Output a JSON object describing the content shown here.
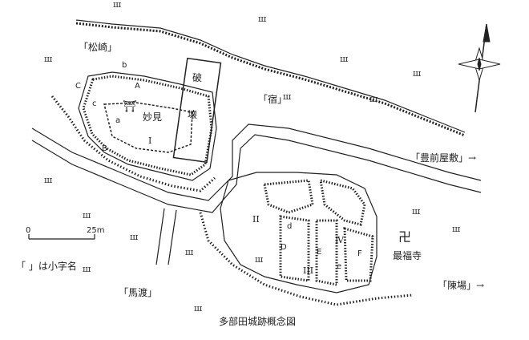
{
  "caption": "多部田城跡概念図",
  "legend_note": "「 」は小字名",
  "scale": {
    "zero": "0",
    "max": "25m"
  },
  "place_names": {
    "matsuzaki": "「松崎」",
    "shuku": "「宿」",
    "buzen": "「豊前屋敷」→",
    "jinba": "「陳場」→",
    "mawatari": "「馬渡」"
  },
  "sites": {
    "myoken": "妙見",
    "saifukuji": "最福寺",
    "destroyed": [
      "破",
      "壊"
    ],
    "shrine_symbol": "⛩",
    "temple_symbol": "卍"
  },
  "enclosures": [
    "I",
    "II",
    "III",
    "Ⅳ"
  ],
  "features": [
    "A",
    "B",
    "C",
    "a",
    "b",
    "c",
    "D",
    "E",
    "F",
    "d",
    "e"
  ],
  "field_symbol": "ш"
}
